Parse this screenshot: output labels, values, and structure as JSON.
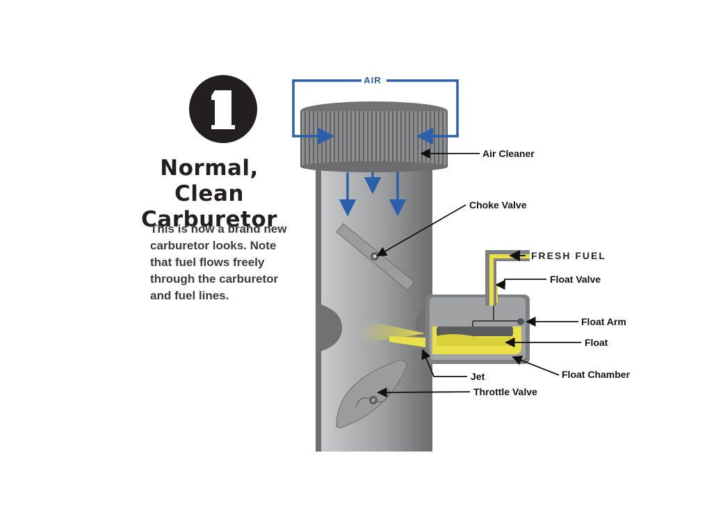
{
  "badge": {
    "numeral": "1"
  },
  "title": {
    "line1": "Normal, Clean",
    "line2": "Carburetor"
  },
  "description": "This is how a brand new carburetor looks.  Note that fuel flows freely through the carburetor and fuel lines.",
  "diagram": {
    "air": "AIR",
    "fresh_fuel": "FRESH FUEL",
    "labels": {
      "air_cleaner": "Air Cleaner",
      "choke_valve": "Choke Valve",
      "float_valve": "Float Valve",
      "float_arm": "Float Arm",
      "float": "Float",
      "float_chamber": "Float Chamber",
      "jet": "Jet",
      "throttle_valve": "Throttle Valve"
    }
  },
  "colors": {
    "air_arrows": "#2b5faa",
    "fuel": "#e9e04a",
    "metal": "#7d7f81",
    "badge": "#231f20"
  }
}
